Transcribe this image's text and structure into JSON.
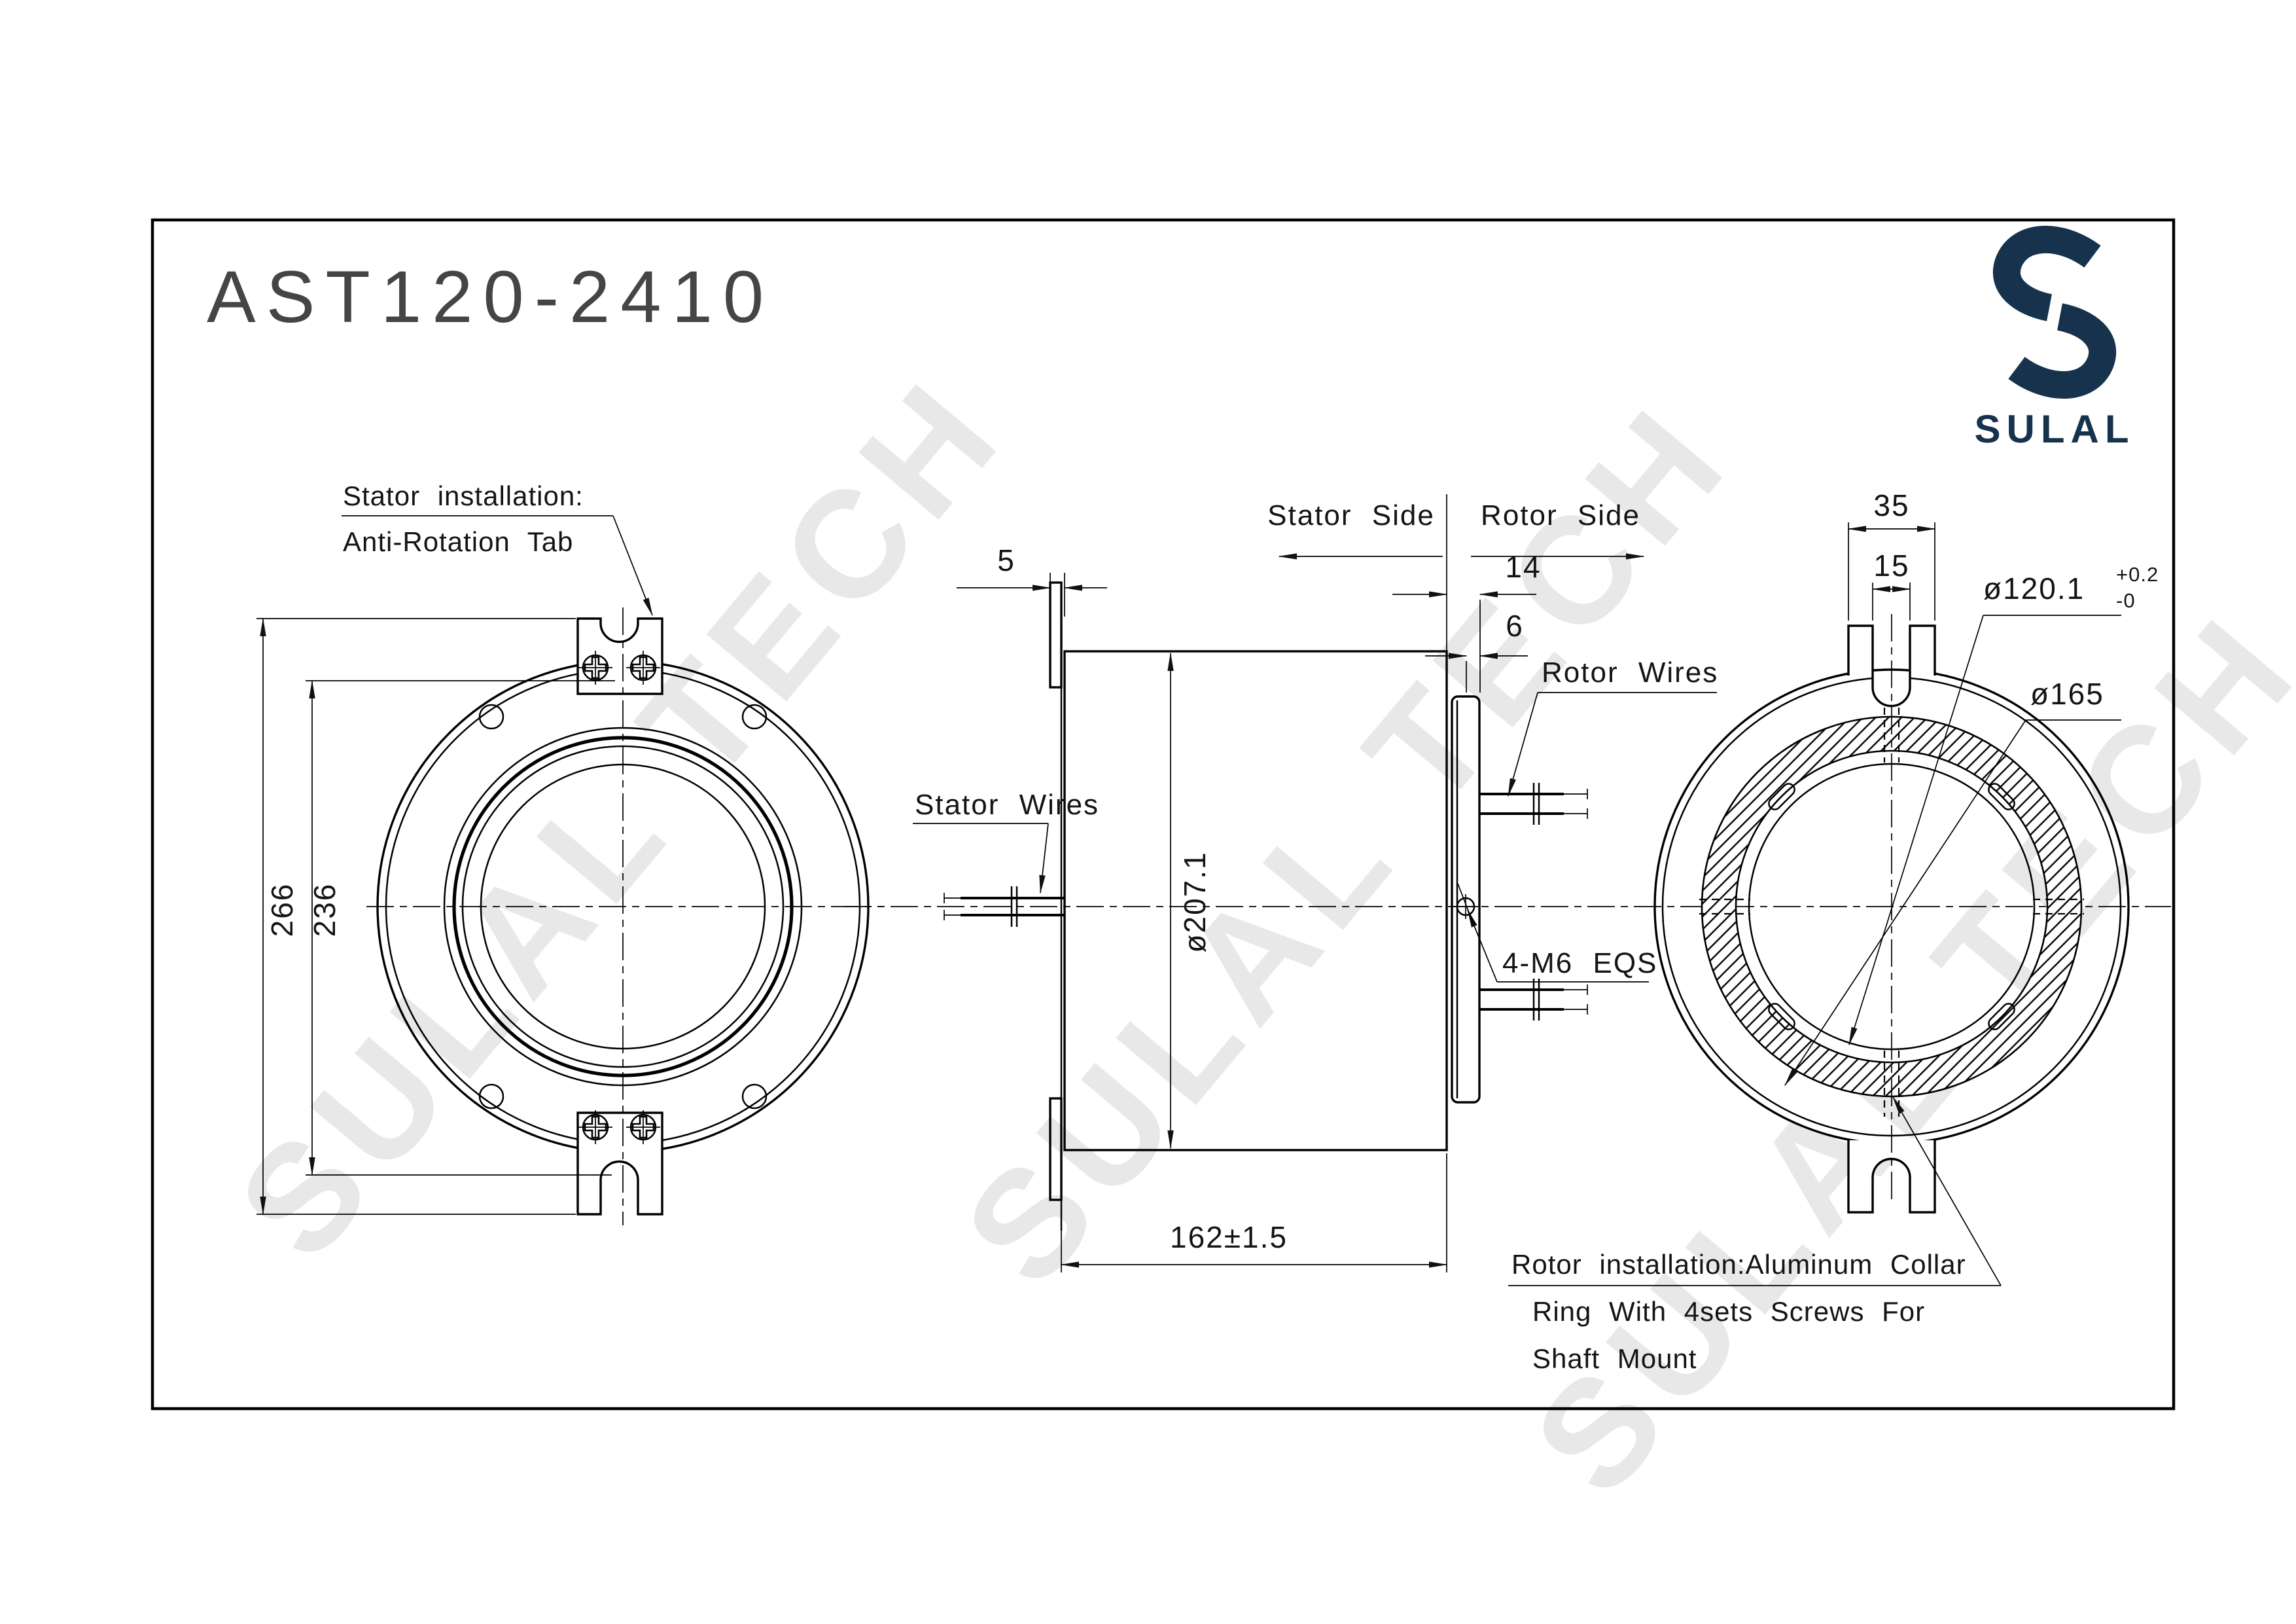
{
  "title": "AST120-2410",
  "logo": {
    "text": "SULAL",
    "color": "#16324c"
  },
  "watermark": {
    "text": "SULAL TECH"
  },
  "front": {
    "install_line1": "Stator installation:",
    "install_line2": "Anti-Rotation Tab",
    "dim_overall": "266",
    "dim_flange": "236"
  },
  "side": {
    "dim_plate": "5",
    "stator_side": "Stator Side",
    "rotor_side": "Rotor Side",
    "dim_offset": "14",
    "dim_collar": "6",
    "stator_wires": "Stator Wires",
    "rotor_wires": "Rotor Wires",
    "dim_body_dia": "ø207.1",
    "screws": "4-M6 EQS",
    "dim_length": "162±1.5"
  },
  "rear": {
    "dim_tab_width": "35",
    "dim_slot_width": "15",
    "dim_bore": "ø120.1",
    "tol_plus": "+0.2",
    "tol_minus": "-0",
    "dim_collar_od": "ø165",
    "note1": "Rotor installation:Aluminum Collar",
    "note2": "Ring With 4sets Screws For",
    "note3": "Shaft Mount"
  }
}
